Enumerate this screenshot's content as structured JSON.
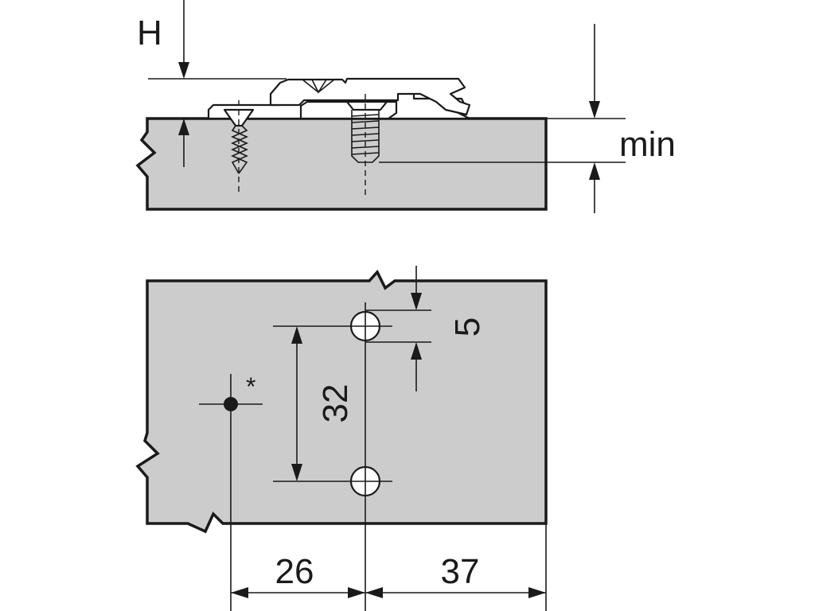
{
  "side_view": {
    "height_label": "H",
    "min_label": "min"
  },
  "plan_view": {
    "hole_offset_label": "5",
    "hole_spacing_label": "32",
    "reference_mark_label": "*",
    "dim_left_label": "26",
    "dim_right_label": "37"
  },
  "colors": {
    "panel_fill": "#cccccc",
    "line": "#1a1a1a",
    "background": "#ffffff"
  }
}
